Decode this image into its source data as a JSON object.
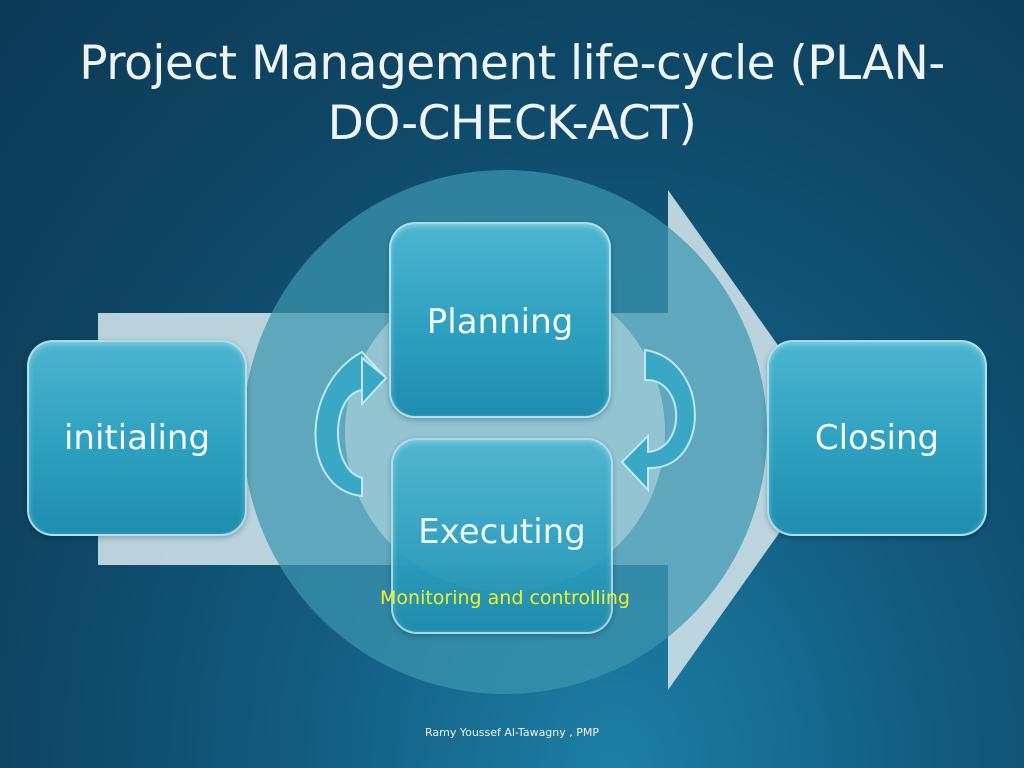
{
  "title": {
    "line1": "Project Management life-cycle (PLAN-",
    "line2": "DO-CHECK-ACT)"
  },
  "stages": {
    "initiating": "initialing",
    "planning": "Planning",
    "executing": "Executing",
    "closing": "Closing"
  },
  "monitoring_label": "Monitoring and controlling",
  "footer": "Ramy Youssef Al-Tawagny , PMP",
  "colors": {
    "background": "#125a7e",
    "box_fill": "#2da0bf",
    "monitoring_text": "#f0f22a"
  }
}
